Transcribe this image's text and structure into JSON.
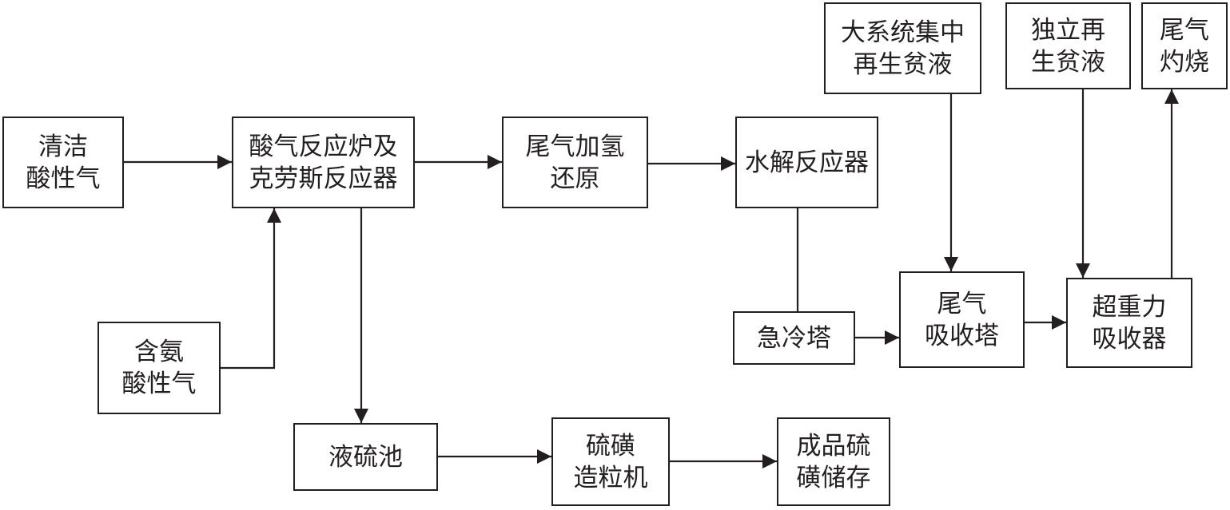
{
  "nodes": {
    "clean_acid_gas": [
      "清洁",
      "酸性气"
    ],
    "ammonia_acid_gas": [
      "含氨",
      "酸性气"
    ],
    "reaction_furnace": [
      "酸气反应炉及",
      "克劳斯反应器"
    ],
    "tail_gas_hydrogenation": [
      "尾气加氢",
      "还原"
    ],
    "hydrolysis_reactor": [
      "水解反应器"
    ],
    "liquid_sulfur_pit": [
      "液硫池"
    ],
    "sulfur_granulator": [
      "硫磺",
      "造粒机"
    ],
    "product_sulfur_storage": [
      "成品硫",
      "磺储存"
    ],
    "quench_tower": [
      "急冷塔"
    ],
    "tail_gas_absorber": [
      "尾气",
      "吸收塔"
    ],
    "central_lean_solvent": [
      "大系统集中",
      "再生贫液"
    ],
    "independent_lean_solvent": [
      "独立再",
      "生贫液"
    ],
    "high_gravity_absorber": [
      "超重力",
      "吸收器"
    ],
    "tail_gas_incineration": [
      "尾气",
      "灼烧"
    ]
  },
  "colors": {
    "line": "#231f20",
    "box_border": "#231f20",
    "background": "#ffffff"
  }
}
